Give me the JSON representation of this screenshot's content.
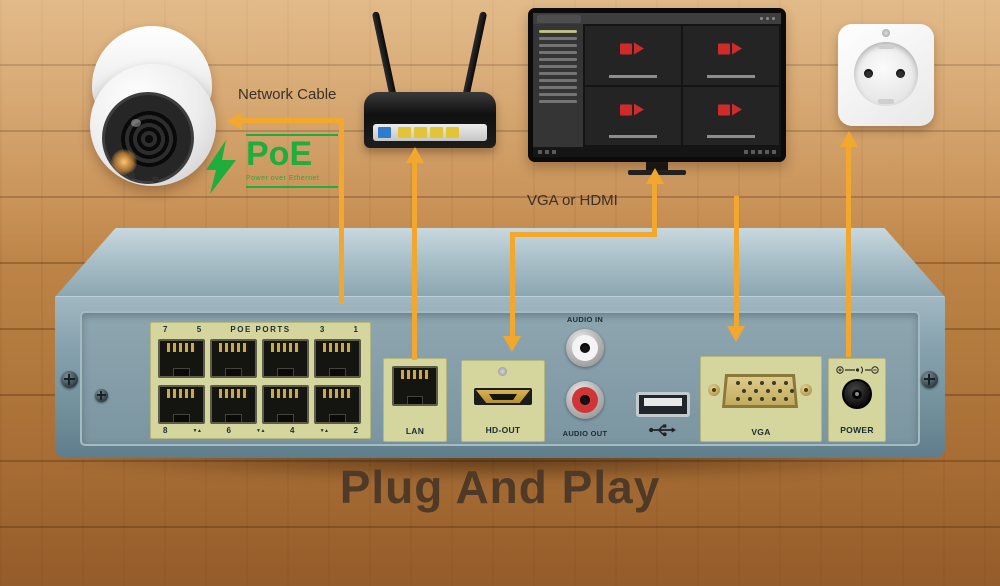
{
  "title": "Plug And Play",
  "labels": {
    "network_cable": "Network Cable",
    "vga_or_hdmi": "VGA or HDMI"
  },
  "poe_badge": {
    "name": "PoE",
    "subtitle": "Power over Ethernet"
  },
  "nvr_panel": {
    "poe_ports_label": "POE PORTS",
    "top_numbers": [
      "7",
      "5",
      "3",
      "1"
    ],
    "bottom_numbers": [
      "8",
      "6",
      "4",
      "2"
    ],
    "port_marker": "▼▲",
    "lan_label": "LAN",
    "hd_out_label": "HD-OUT",
    "audio_in_label": "AUDIO IN",
    "audio_out_label": "AUDIO OUT",
    "vga_label": "VGA",
    "power_label": "POWER"
  },
  "colors": {
    "arrow": "#f2a72e",
    "highlight": "#d5d59e",
    "poe_green": "#1fae3e",
    "label_text": "#3a3028",
    "panel_text": "#1c2b33",
    "title_text": "#4e3a26"
  }
}
